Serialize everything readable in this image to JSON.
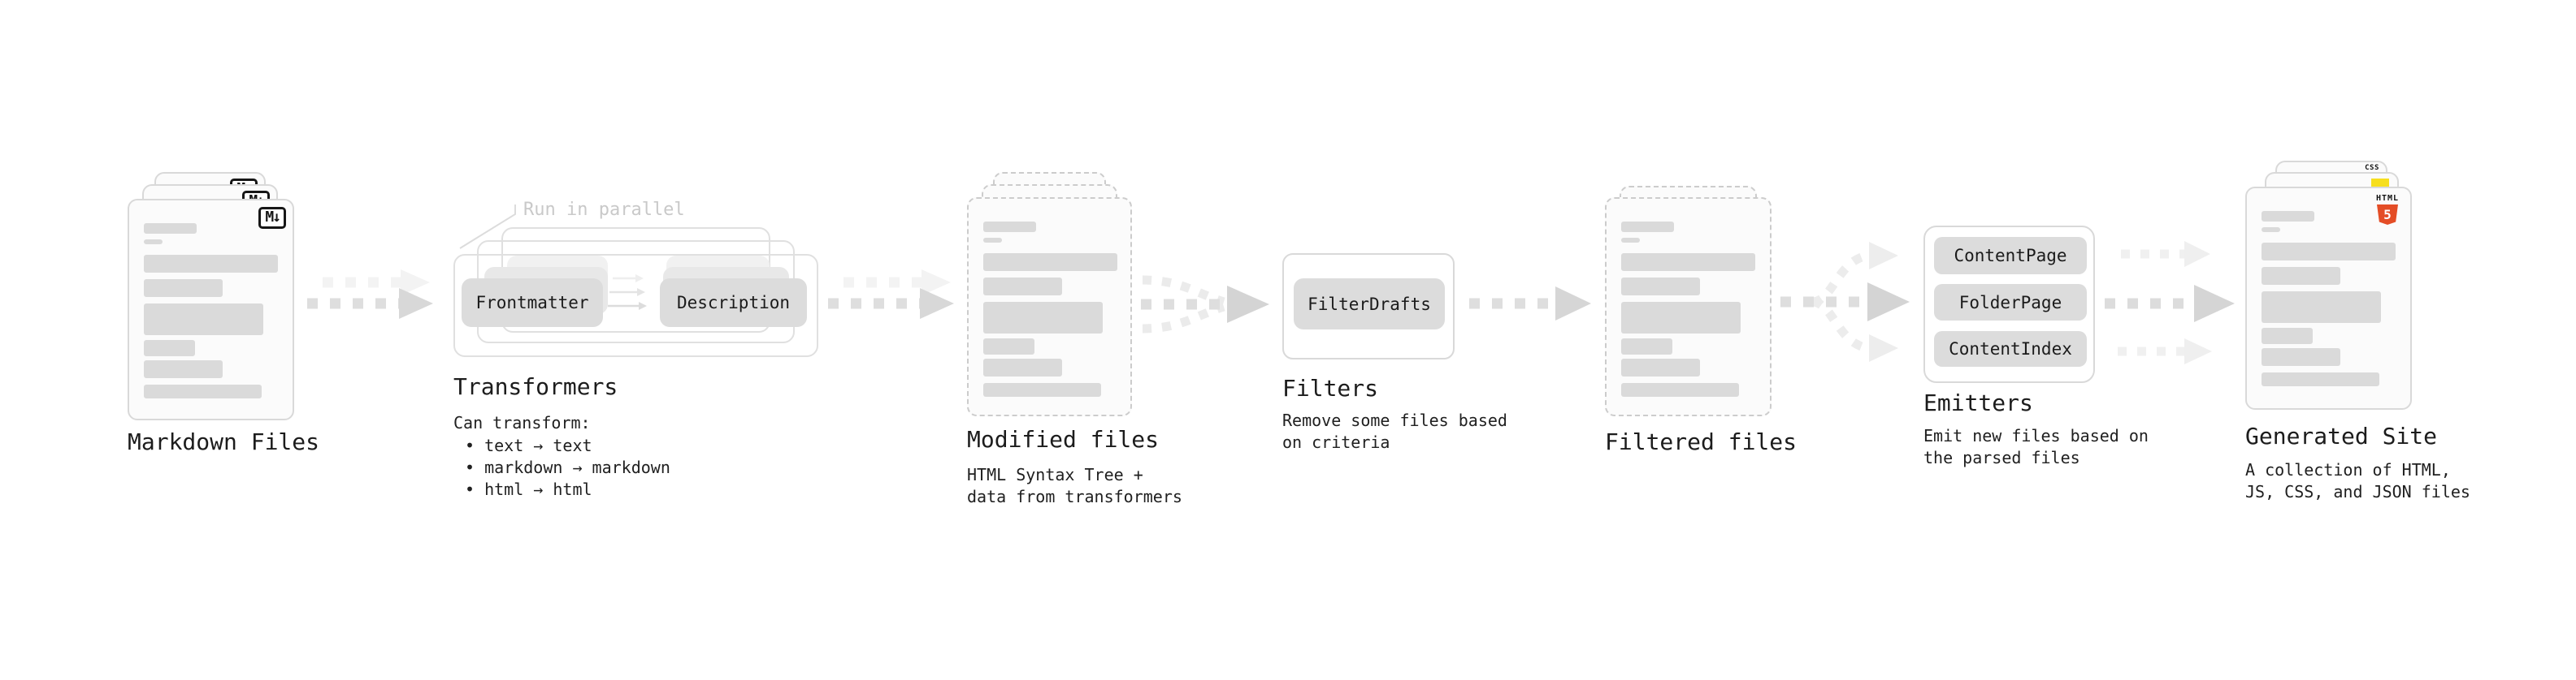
{
  "diagram": {
    "markdown_files": {
      "label": "Markdown Files",
      "badge": "M↓"
    },
    "transformers": {
      "callout": "Run in parallel",
      "pill_left": "Frontmatter",
      "pill_right": "Description",
      "label": "Transformers",
      "desc_heading": "Can transform:",
      "bullets": [
        "• text → text",
        "• markdown → markdown",
        "• html → html"
      ]
    },
    "modified_files": {
      "label": "Modified files",
      "subtitle": [
        "HTML Syntax Tree +",
        "data from transformers"
      ]
    },
    "filters": {
      "pill": "FilterDrafts",
      "label": "Filters",
      "subtitle": [
        "Remove some files based",
        "on criteria"
      ]
    },
    "filtered_files": {
      "label": "Filtered files"
    },
    "emitters": {
      "pills": [
        "ContentPage",
        "FolderPage",
        "ContentIndex"
      ],
      "label": "Emitters",
      "subtitle": [
        "Emit new files based on",
        "the parsed files"
      ]
    },
    "generated_site": {
      "label": "Generated Site",
      "subtitle": [
        "A collection of HTML,",
        "JS, CSS, and JSON files"
      ],
      "html5_badge_top": "HTML",
      "html5_badge_number": "5",
      "css_badge": "CSS"
    },
    "colors": {
      "html5_orange": "#e44d26",
      "js_yellow": "#f7df1e",
      "css_blue": "#2965f1",
      "accent_gray": "#dcdcdc"
    }
  }
}
